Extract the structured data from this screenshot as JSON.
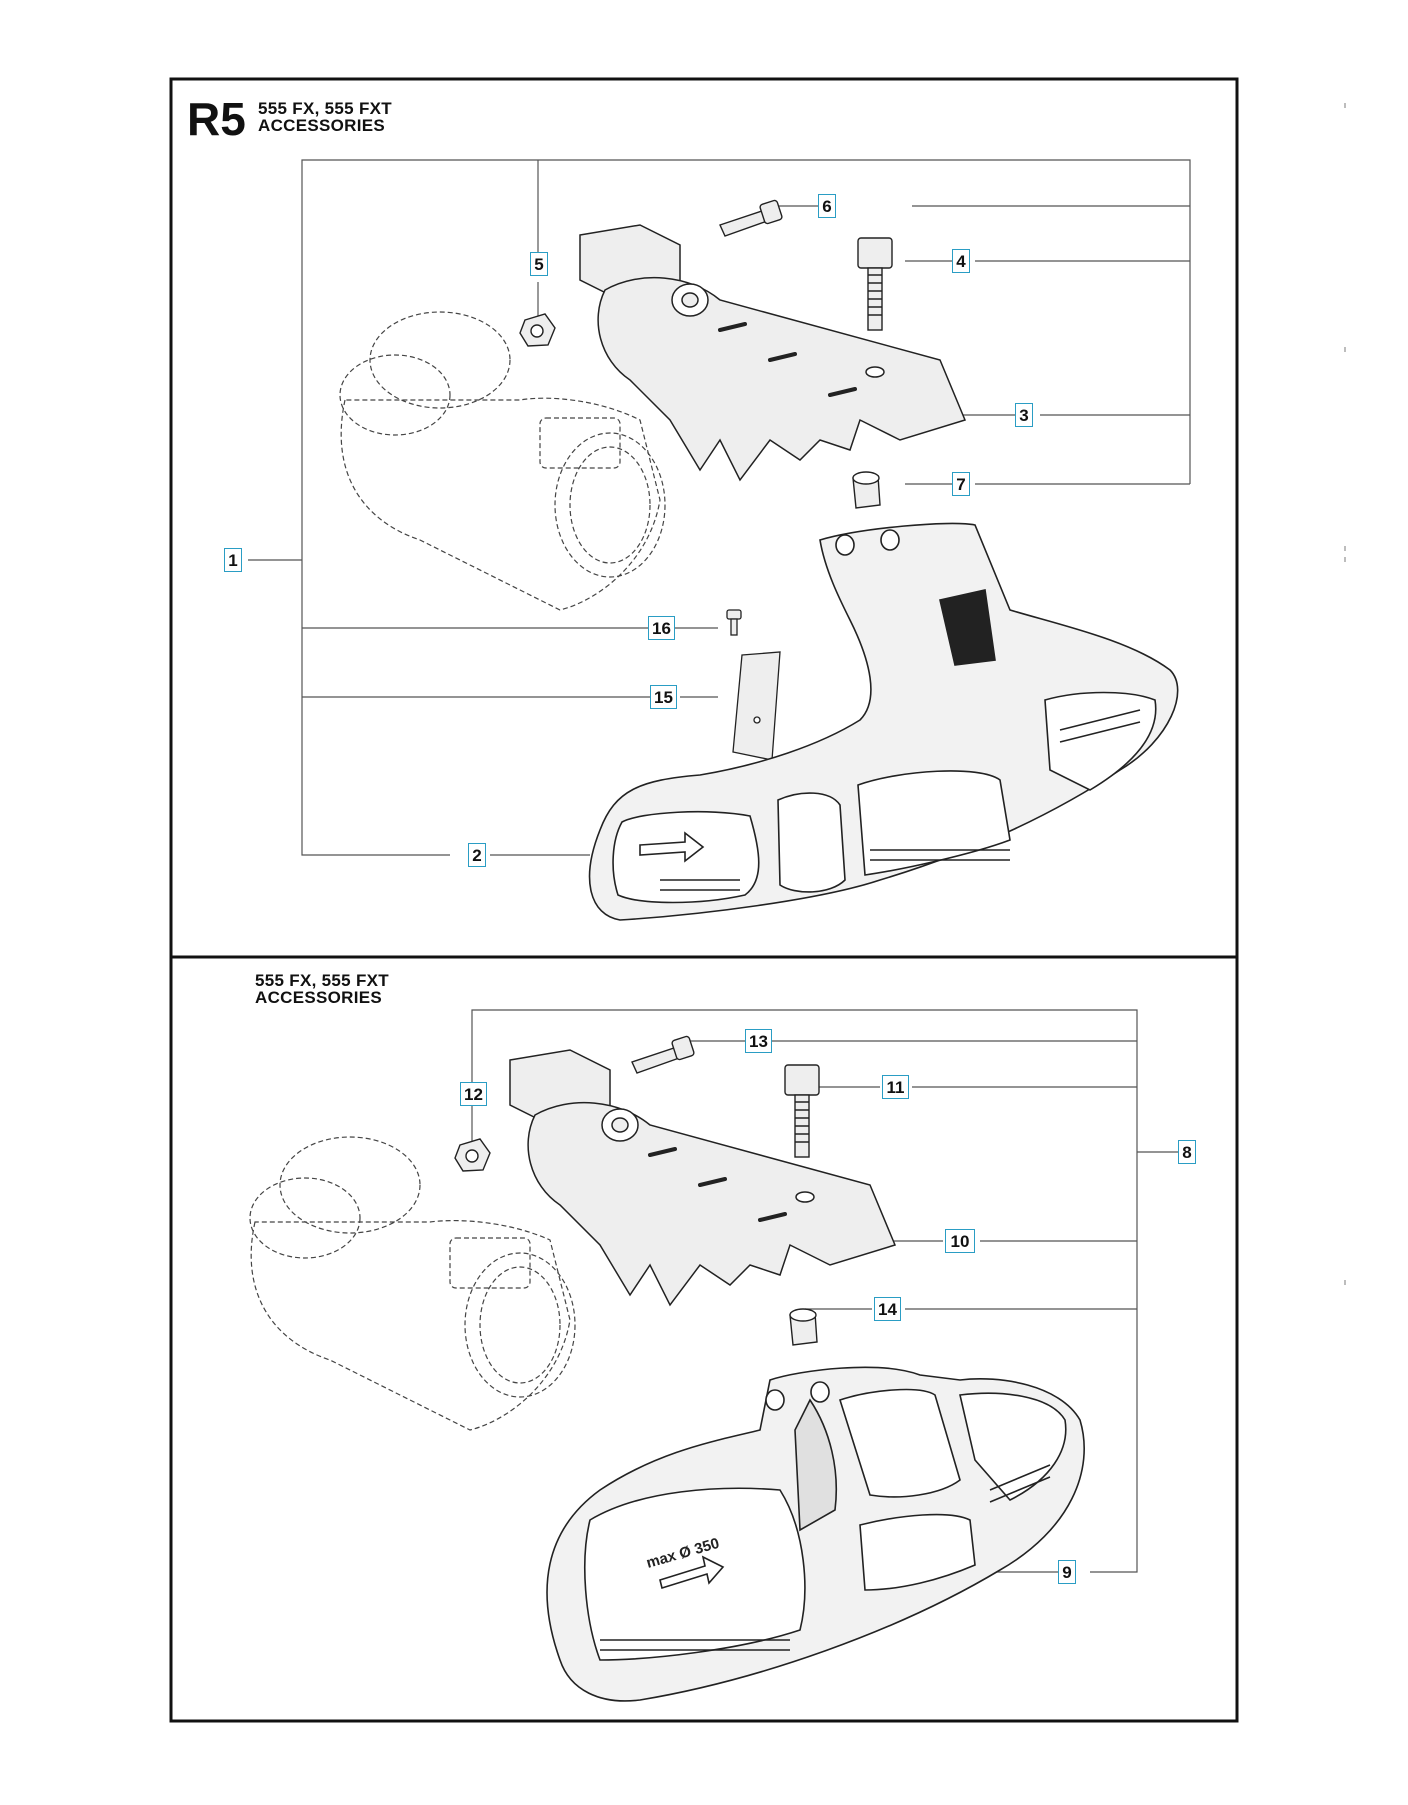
{
  "page": {
    "section_code": "R5",
    "top_panel": {
      "title_line1": "555 FX, 555 FXT",
      "title_line2": "ACCESSORIES"
    },
    "bottom_panel": {
      "title_line1": "555 FX, 555 FXT",
      "title_line2": "ACCESSORIES"
    }
  },
  "callouts": {
    "c1": "1",
    "c2": "2",
    "c3": "3",
    "c4": "4",
    "c5": "5",
    "c6": "6",
    "c7": "7",
    "c8": "8",
    "c9": "9",
    "c10": "10",
    "c11": "11",
    "c12": "12",
    "c13": "13",
    "c14": "14",
    "c15": "15",
    "c16": "16"
  },
  "guard_marking": "max Ø 350",
  "colors": {
    "frame": "#111111",
    "leader": "#555555",
    "callout_border": "#2a9dc4",
    "part_fill": "#eeeeee",
    "part_stroke": "#222222"
  }
}
